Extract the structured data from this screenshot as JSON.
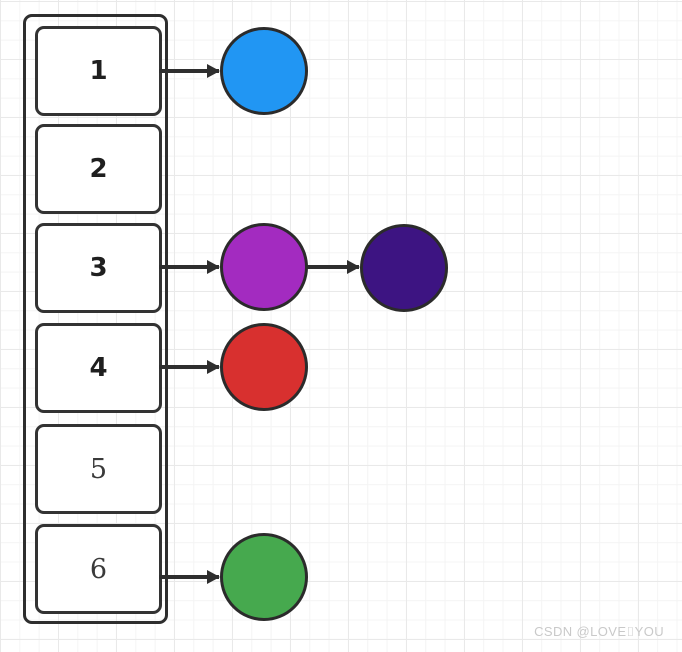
{
  "diagram": {
    "title": "hash-table-separate-chaining",
    "background": {
      "grid_minor_color": "#f4f4f4",
      "grid_major_color": "#e9e9e9",
      "page_color": "#ffffff"
    },
    "array": {
      "name": "bucket-array",
      "border_color": "#2e2e2e",
      "cells": [
        {
          "label": "1",
          "weight": "bold"
        },
        {
          "label": "2",
          "weight": "bold"
        },
        {
          "label": "3",
          "weight": "bold"
        },
        {
          "label": "4",
          "weight": "bold"
        },
        {
          "label": "5",
          "weight": "light"
        },
        {
          "label": "6",
          "weight": "light"
        }
      ]
    },
    "nodes": [
      {
        "name": "node-blue",
        "color": "#2196f3",
        "row": "1",
        "chain_index": 0
      },
      {
        "name": "node-magenta",
        "color": "#a32bc0",
        "row": "3",
        "chain_index": 0
      },
      {
        "name": "node-dark-purple",
        "color": "#3d1482",
        "row": "3",
        "chain_index": 1
      },
      {
        "name": "node-red",
        "color": "#d8302f",
        "row": "4",
        "chain_index": 0
      },
      {
        "name": "node-green",
        "color": "#46a94e",
        "row": "6",
        "chain_index": 0
      }
    ],
    "arrows": [
      {
        "name": "arrow-cell1-to-blue",
        "from": "cell-1",
        "to": "node-blue"
      },
      {
        "name": "arrow-cell3-to-magenta",
        "from": "cell-3",
        "to": "node-magenta"
      },
      {
        "name": "arrow-magenta-to-dark-purple",
        "from": "node-magenta",
        "to": "node-dark-purple"
      },
      {
        "name": "arrow-cell4-to-red",
        "from": "cell-4",
        "to": "node-red"
      },
      {
        "name": "arrow-cell6-to-green",
        "from": "cell-6",
        "to": "node-green"
      }
    ],
    "watermark": "CSDN @LOVE⌷YOU"
  }
}
